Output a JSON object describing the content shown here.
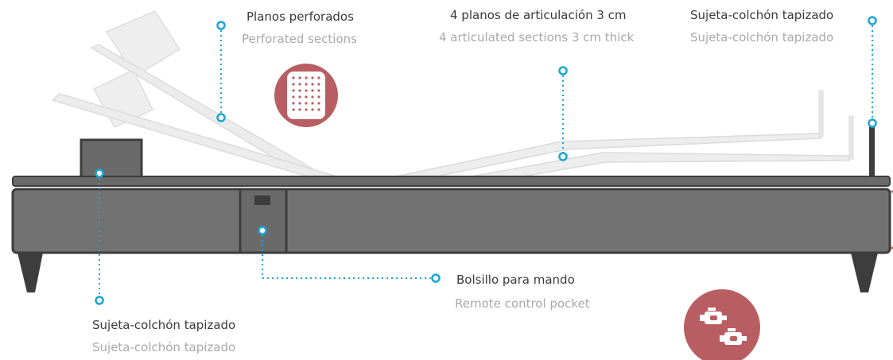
{
  "colors": {
    "frame": "#6a6a6a",
    "frame_dark": "#3d3d3d",
    "base_panel": "#727272",
    "slats": "#e6e6e6",
    "slats_stroke": "#cfcfcf",
    "callout": "#1aa6d6",
    "badge": "#b85e63",
    "badge_glyph": "#ffffff",
    "accent_dots": "#c0675f"
  },
  "labels": {
    "perforated": {
      "primary": "Planos perforados",
      "secondary": "Perforated sections"
    },
    "articulation": {
      "primary": "4 planos de articulación 3 cm",
      "secondary": "4 articulated sections  3 cm thick"
    },
    "holder_right": {
      "primary": "Sujeta-colchón tapizado",
      "secondary": "Sujeta-colchón tapizado"
    },
    "pocket": {
      "primary": "Bolsillo para mando",
      "secondary": "Remote control pocket"
    },
    "holder_left": {
      "primary": "Sujeta-colchón tapizado",
      "secondary": "Sujeta-colchón tapizado"
    }
  },
  "icons": {
    "perforated_badge": "perforated-panel-icon",
    "motor_badge": "dual-motor-icon"
  }
}
